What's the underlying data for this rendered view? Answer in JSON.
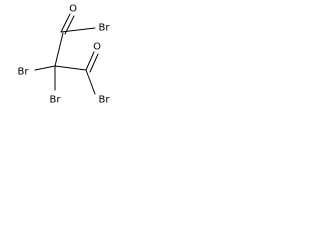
{
  "molecule": {
    "atoms": {
      "o_top": "O",
      "br_top_right": "Br",
      "br_center_left": "Br",
      "br_center_bottom": "Br",
      "o_bottom": "O",
      "br_bottom_right": "Br"
    }
  }
}
